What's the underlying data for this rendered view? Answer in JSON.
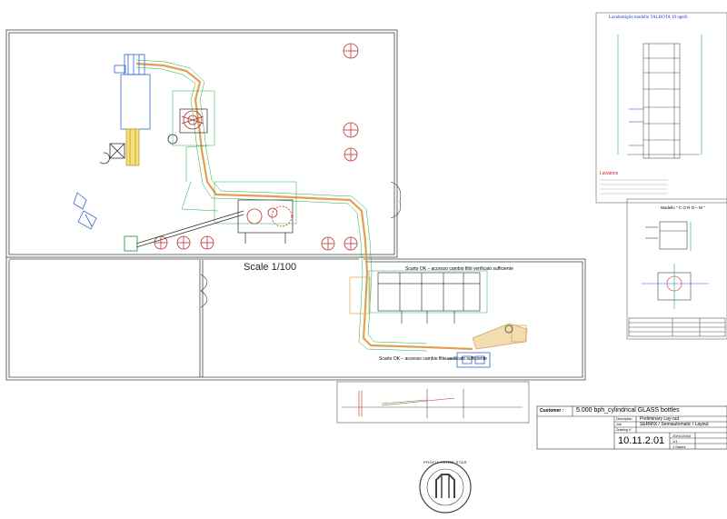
{
  "plan": {
    "scale_label": "Scale 1/100",
    "note_top": "Scarto OK – accesso cambio filtri verificato sufficiente",
    "note_bottom": "Scarto OK – accesso cambio filtri verificato sufficiente"
  },
  "side_sheet_top": {
    "title": "Lavabottiglie modello TALROTA  10 ugelli",
    "caption_red": "Lavatrice"
  },
  "side_sheet_small": {
    "title": "Modello \" C O R O – M \""
  },
  "title_block": {
    "customer_label": "Customer :",
    "customer_value": "5.000  bph_cylindrical GLASS bottles",
    "description_label": "Description",
    "description_value": "Preliminary Lay-out",
    "job_label": "Job",
    "job_value": "SERMIX / Semiautomatic / Layout",
    "drawing_label": "Drawing n°",
    "drawing_value": "10.11.2.01",
    "date_value": "20/01/2004",
    "scale_value": "1/1",
    "author_value": "J.Sanes"
  },
  "stamp": {
    "text": "PROFIL·INTER·STAR"
  }
}
